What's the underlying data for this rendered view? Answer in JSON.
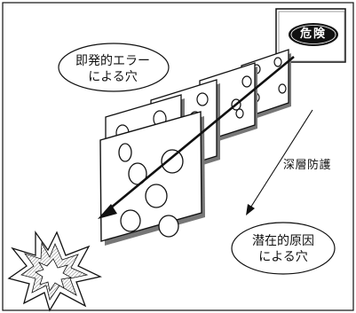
{
  "danger_sign": {
    "text": "危険"
  },
  "active_errors": {
    "line1": "即発的エラー",
    "line2": "による穴"
  },
  "defense_layers": {
    "label": "深層防護"
  },
  "latent_conditions": {
    "line1": "潜在的原因",
    "line2": "による穴"
  },
  "colors": {
    "ink": "#111111",
    "paper": "#ffffff",
    "slice_shadow": "#666666",
    "explosion_fill": "#dcdcdc"
  },
  "icons": [
    "danger-sign-icon",
    "explosion-icon",
    "trajectory-arrow-icon",
    "defense-arrow-icon"
  ]
}
